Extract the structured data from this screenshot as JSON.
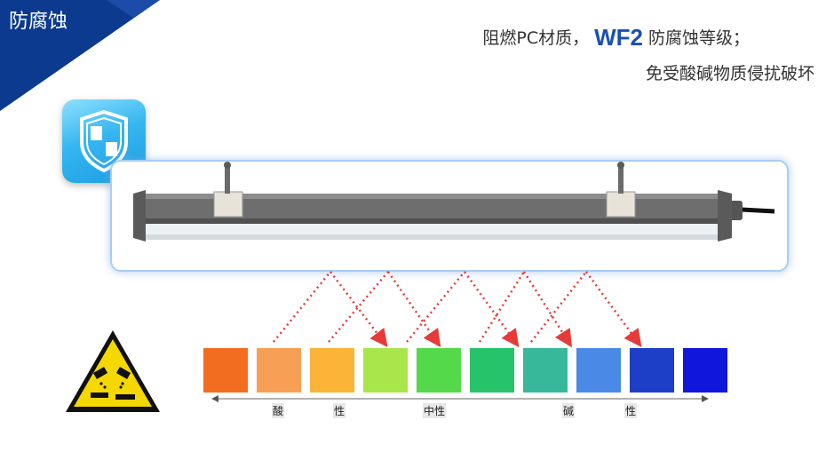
{
  "banner": {
    "title": "防腐蚀",
    "color": "#0b3a8f"
  },
  "headline": {
    "prefix": "阻燃PC材质，",
    "grade": "WF2",
    "suffix": "防腐蚀等级；",
    "line2": "免受酸碱物质侵扰破坏"
  },
  "icons": {
    "badge": "shield-icon",
    "hazard": "corrosive-warning-icon"
  },
  "ph_scale": {
    "colors": [
      "#f26d1f",
      "#f7a055",
      "#fbb437",
      "#a8e64a",
      "#53d94a",
      "#27c36a",
      "#38b89a",
      "#4a8ae6",
      "#1d3ec6",
      "#1016dc"
    ],
    "labels": [
      "酸",
      "性",
      "中性",
      "碱",
      "性"
    ]
  }
}
